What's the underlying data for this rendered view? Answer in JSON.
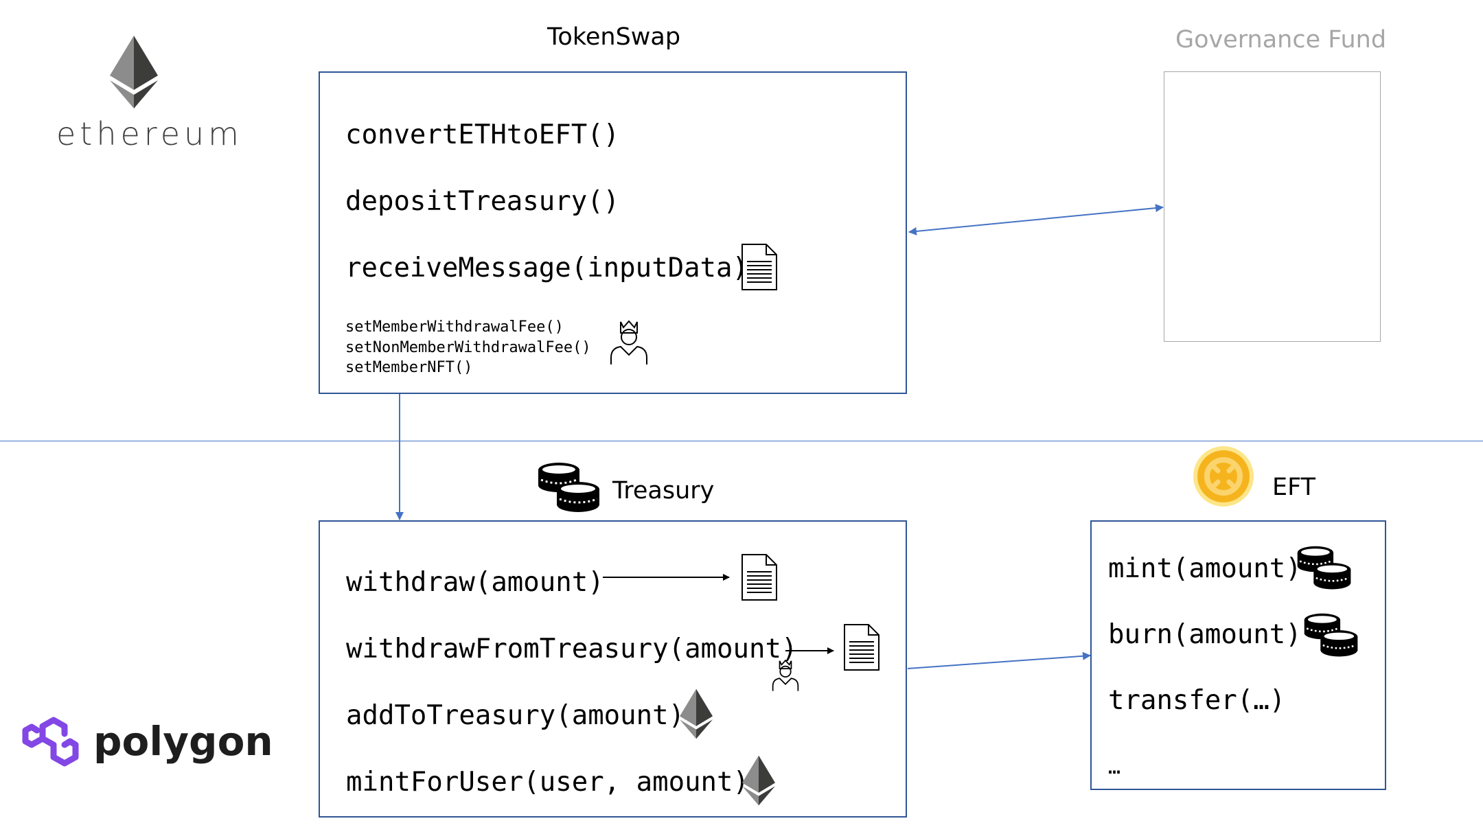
{
  "logos": {
    "ethereum_wordmark": "ethereum",
    "polygon_wordmark": "polygon"
  },
  "tokenswap": {
    "title": "TokenSwap",
    "functions": [
      "convertETHtoEFT()",
      "depositTreasury()",
      "receiveMessage(inputData)"
    ],
    "admin_functions": [
      "setMemberWithdrawalFee()",
      "setNonMemberWithdrawalFee()",
      "setMemberNFT()"
    ]
  },
  "governance": {
    "title": "Governance Fund"
  },
  "treasury": {
    "title": "Treasury",
    "functions": [
      "withdraw(amount)",
      "withdrawFromTreasury(amount)",
      "addToTreasury(amount)",
      "mintForUser(user, amount)"
    ]
  },
  "eft": {
    "title": "EFT",
    "functions": [
      "mint(amount)",
      "burn(amount)",
      "transfer(…)",
      "…"
    ]
  },
  "colors": {
    "border": "#2f5597",
    "arrow": "#4472c4",
    "muted": "#a6a6a6",
    "gray_border": "#a6a6a6",
    "polygon": "#8247e5",
    "coin_gold": "#f5b41e"
  }
}
